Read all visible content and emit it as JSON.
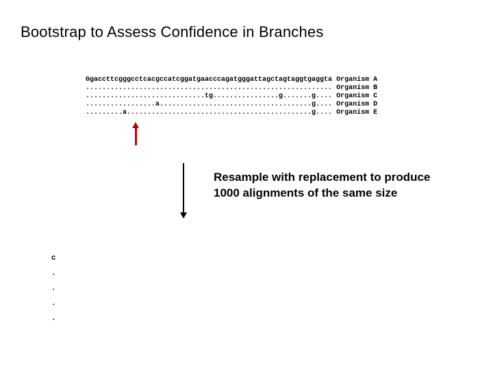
{
  "slide": {
    "title": "Bootstrap to Assess Confidence in Branches",
    "alignment": {
      "rows": [
        {
          "seq": "Ggaccttcgggcctcacgccatcggatgaacccagatgggattagctagtaggtgaggta",
          "organism": "Organism A"
        },
        {
          "seq": "............................................................",
          "organism": "Organism B"
        },
        {
          "seq": ".............................tg................g.......g....",
          "organism": "Organism C"
        },
        {
          "seq": ".................a.....................................g....",
          "organism": "Organism D"
        },
        {
          "seq": ".........a.............................................g....",
          "organism": "Organism E"
        }
      ]
    },
    "caption": {
      "line1": "Resample with replacement to produce",
      "line2": "1000 alignments of the same size"
    },
    "bootstrap_column": {
      "char0": "c",
      "char1": ".",
      "char2": ".",
      "char3": ".",
      "char4": "."
    },
    "colors": {
      "background": "#ffffff",
      "text": "#000000",
      "red_arrow": "#c00000",
      "black_arrow": "#000000"
    }
  }
}
